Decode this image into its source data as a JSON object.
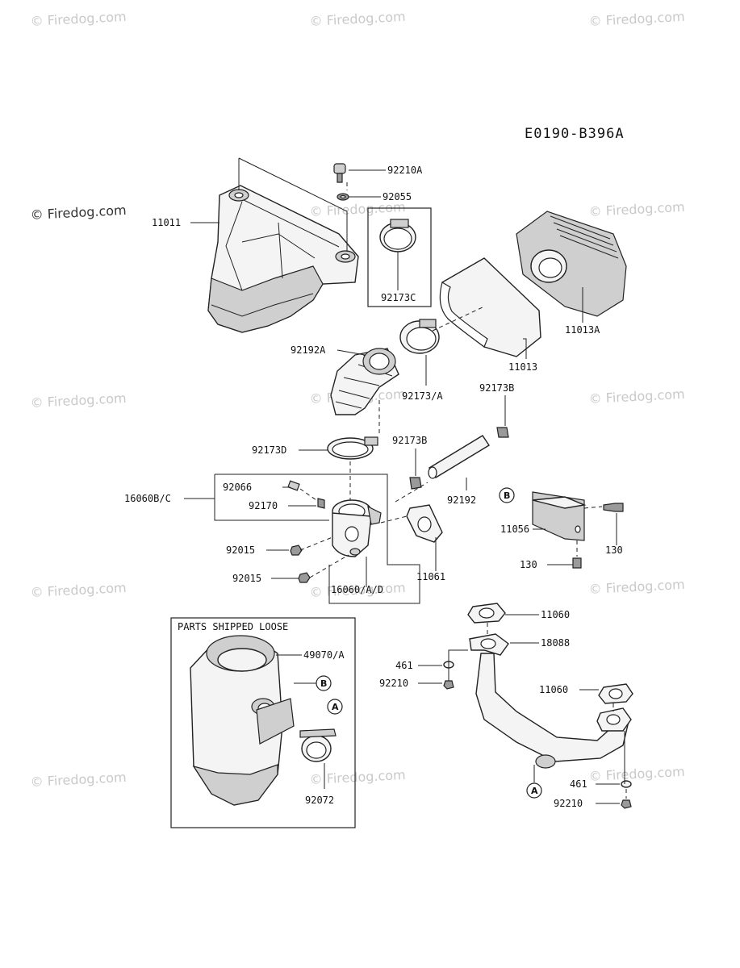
{
  "diagram_code": "E0190-B396A",
  "watermark": "© Firedog.com",
  "shipped_loose_title": "PARTS SHIPPED LOOSE",
  "ref_markers": {
    "a": "A",
    "b": "B"
  },
  "labels": {
    "p92210A": "92210A",
    "p92055": "92055",
    "p11011": "11011",
    "p92173C": "92173C",
    "p11013A": "11013A",
    "p11013": "11013",
    "p92192A": "92192A",
    "p92173_A": "92173/A",
    "p92173B_top": "92173B",
    "p92173D": "92173D",
    "p92173B": "92173B",
    "p92192": "92192",
    "p16060B_C": "16060B/C",
    "p92066": "92066",
    "p92170": "92170",
    "p11056": "11056",
    "p130_right": "130",
    "p130_bottom": "130",
    "p92015_a": "92015",
    "p92015_b": "92015",
    "p11061": "11061",
    "p16060_A_D": "16060/A/D",
    "p11060_top": "11060",
    "p18088": "18088",
    "p461_a": "461",
    "p92210_a": "92210",
    "p11060_right": "11060",
    "p461_b": "461",
    "p92210_b": "92210",
    "p49070_A": "49070/A",
    "p92072": "92072"
  }
}
